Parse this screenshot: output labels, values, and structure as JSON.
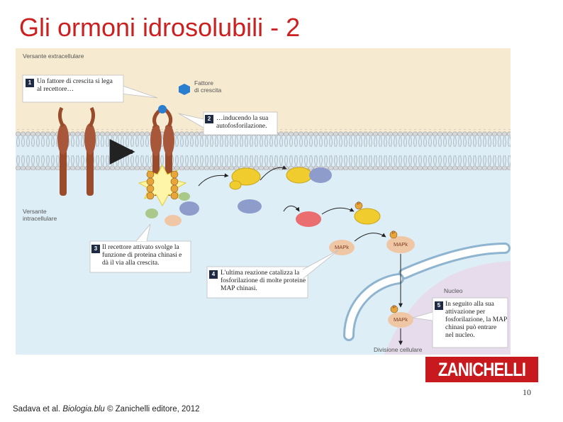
{
  "slide": {
    "title": "Gli ormoni idrosolubili - 2",
    "page_number": "10",
    "citation_prefix": "Sadava et al. ",
    "citation_book": "Biologia.blu",
    "citation_suffix": " © Zanichelli editore, 2012",
    "brand": "ZANICHELLI"
  },
  "figure": {
    "label_extracellular": "Versante extracellulare",
    "label_growth_factor_1": "Fattore",
    "label_growth_factor_2": "di crescita",
    "label_intracellular_1": "Versante",
    "label_intracellular_2": "intracellulare",
    "label_nucleus": "Nucleo",
    "label_cell_division": "Divisione cellulare",
    "phosphate_symbol": "P",
    "kinase_label": "MAPk",
    "steps": [
      {
        "number": "1",
        "text_1": "Un fattore di crescita si lega",
        "text_2": "al recettore…"
      },
      {
        "number": "2",
        "text_1": "…inducendo la sua",
        "text_2": "autofosforilazione."
      },
      {
        "number": "3",
        "text_1": "Il recettore attivato svolge la",
        "text_2": "funzione di proteina chinasi e",
        "text_3": "dà il via alla crescita."
      },
      {
        "number": "4",
        "text_1": "L'ultima reazione catalizza la",
        "text_2": "fosforilazione di molte proteine",
        "text_3": "MAP chinasi."
      },
      {
        "number": "5",
        "text_1": "In seguito alla sua",
        "text_2": "attivazione per",
        "text_3": "fosforilazione, la MAP",
        "text_4": "chinasi può entrare",
        "text_5": "nel nucleo."
      }
    ]
  },
  "colors": {
    "title": "#cc1f1f",
    "extracellular": "#f6ead0",
    "intracellular": "#ddeef7",
    "nucleus": "#e6dcec",
    "receptor": "#9a4b2c",
    "brand": "#c8191e"
  }
}
